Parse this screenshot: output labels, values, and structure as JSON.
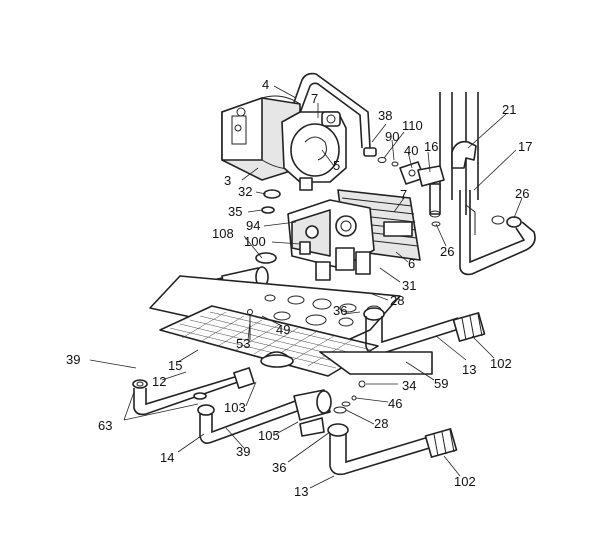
{
  "diagram": {
    "callouts": [
      {
        "id": "c4",
        "text": "4"
      },
      {
        "id": "c7a",
        "text": "7"
      },
      {
        "id": "c38",
        "text": "38"
      },
      {
        "id": "c110",
        "text": "110"
      },
      {
        "id": "c90",
        "text": "90"
      },
      {
        "id": "c21",
        "text": "21"
      },
      {
        "id": "c40",
        "text": "40"
      },
      {
        "id": "c16",
        "text": "16"
      },
      {
        "id": "c17",
        "text": "17"
      },
      {
        "id": "c5",
        "text": "5"
      },
      {
        "id": "c3",
        "text": "3"
      },
      {
        "id": "c32",
        "text": "32"
      },
      {
        "id": "c7b",
        "text": "7"
      },
      {
        "id": "c26a",
        "text": "26"
      },
      {
        "id": "c35",
        "text": "35"
      },
      {
        "id": "c94",
        "text": "94"
      },
      {
        "id": "c108",
        "text": "108"
      },
      {
        "id": "c100",
        "text": "100"
      },
      {
        "id": "c26b",
        "text": "26"
      },
      {
        "id": "c6",
        "text": "6"
      },
      {
        "id": "c31",
        "text": "31"
      },
      {
        "id": "c28a",
        "text": "28"
      },
      {
        "id": "c36a",
        "text": "36"
      },
      {
        "id": "c49",
        "text": "49"
      },
      {
        "id": "c53",
        "text": "53"
      },
      {
        "id": "c13a",
        "text": "13"
      },
      {
        "id": "c102a",
        "text": "102"
      },
      {
        "id": "c39a",
        "text": "39"
      },
      {
        "id": "c15",
        "text": "15"
      },
      {
        "id": "c12",
        "text": "12"
      },
      {
        "id": "c59",
        "text": "59"
      },
      {
        "id": "c34",
        "text": "34"
      },
      {
        "id": "c63",
        "text": "63"
      },
      {
        "id": "c103",
        "text": "103"
      },
      {
        "id": "c46",
        "text": "46"
      },
      {
        "id": "c28b",
        "text": "28"
      },
      {
        "id": "c105",
        "text": "105"
      },
      {
        "id": "c14",
        "text": "14"
      },
      {
        "id": "c39b",
        "text": "39"
      },
      {
        "id": "c36b",
        "text": "36"
      },
      {
        "id": "c102b",
        "text": "102"
      },
      {
        "id": "c13b",
        "text": "13"
      }
    ]
  }
}
